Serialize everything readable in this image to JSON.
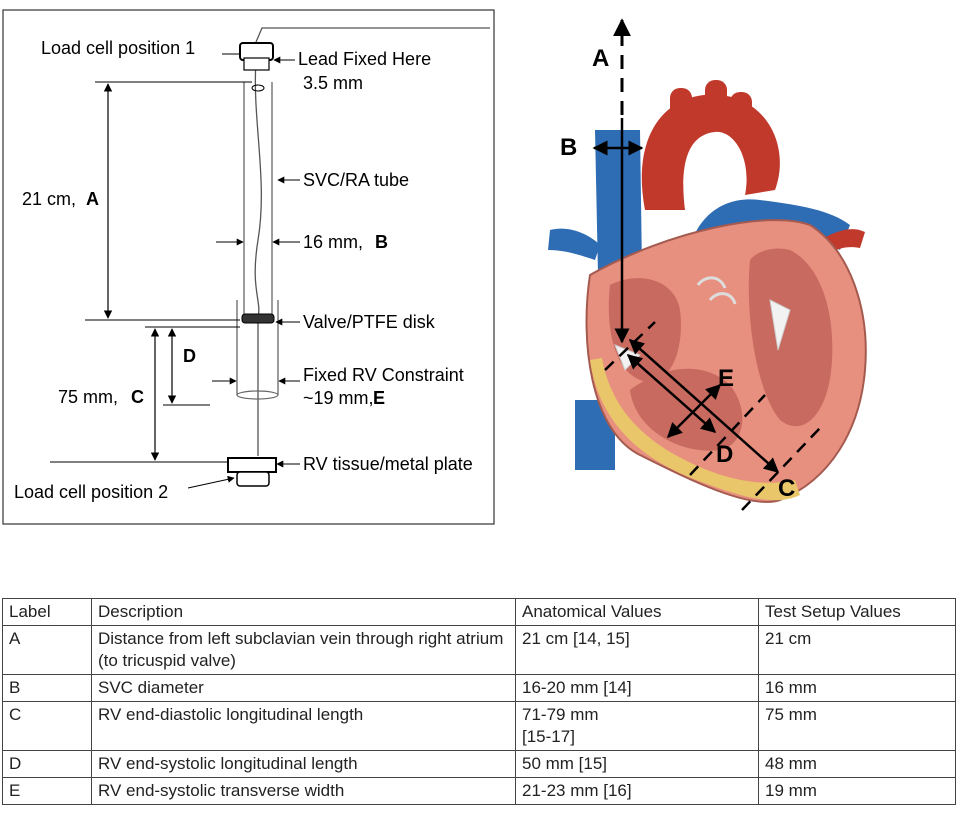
{
  "schematic": {
    "labels": {
      "load_cell_1": "Load cell position 1",
      "lead_fixed": "Lead Fixed Here",
      "lead_fixed_dim": "3.5 mm",
      "svc_tube": "SVC/RA tube",
      "dim_a": "21 cm,",
      "dim_a_letter": "A",
      "dim_b": "16 mm,",
      "dim_b_letter": "B",
      "valve_disk": "Valve/PTFE disk",
      "dim_d_letter": "D",
      "rv_constraint": "Fixed RV Constraint",
      "rv_constraint_dim": "~19 mm,",
      "dim_e_letter": "E",
      "dim_c": "75 mm,",
      "dim_c_letter": "C",
      "rv_tissue": "RV tissue/metal plate",
      "load_cell_2": "Load cell position 2"
    }
  },
  "heart": {
    "labels": {
      "a": "A",
      "b": "B",
      "c": "C",
      "d": "D",
      "e": "E"
    },
    "colors": {
      "aorta": "#c0392b",
      "vein": "#2e6db4",
      "muscle": "#e8907f",
      "inner": "#c96a60",
      "fat": "#e9c66a"
    }
  },
  "table": {
    "headers": [
      "Label",
      "Description",
      "Anatomical Values",
      "Test Setup  Values"
    ],
    "rows": [
      {
        "label": "A",
        "description": "Distance from left subclavian vein  through right atrium (to tricuspid valve)",
        "anatomical": "21 cm [14, 15]",
        "test": "21 cm"
      },
      {
        "label": "B",
        "description": "SVC diameter",
        "anatomical": "16-20 mm [14]",
        "test": "16 mm"
      },
      {
        "label": "C",
        "description": "RV end-diastolic longitudinal length",
        "anatomical": "71-79 mm [15-17]",
        "test": "75 mm"
      },
      {
        "label": "D",
        "description": "RV end-systolic longitudinal length",
        "anatomical": "50 mm [15]",
        "test": "48 mm"
      },
      {
        "label": "E",
        "description": "RV end-systolic transverse width",
        "anatomical": "21-23 mm [16]",
        "test": "19 mm"
      }
    ]
  }
}
